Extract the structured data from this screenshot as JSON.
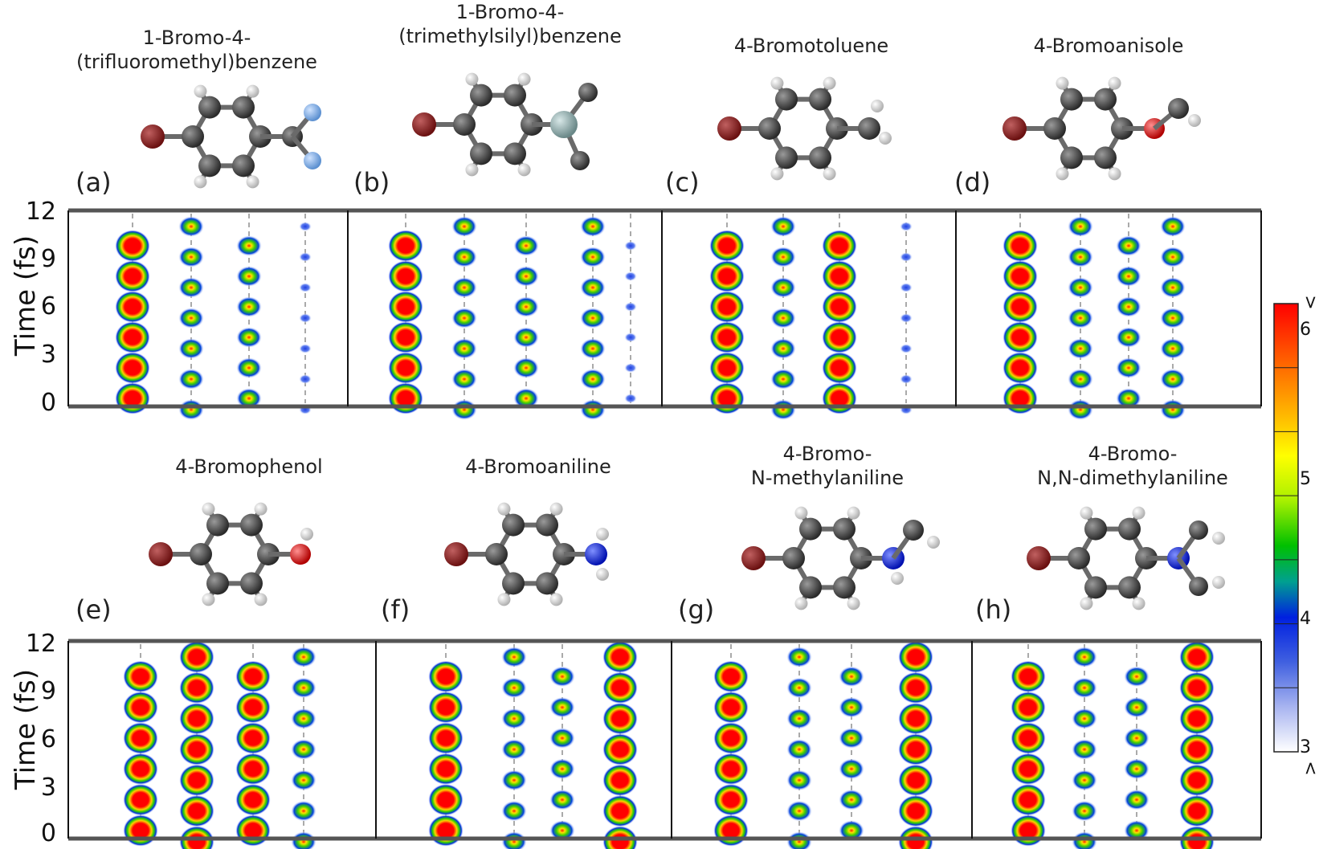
{
  "figure": {
    "row1": {
      "panels": [
        {
          "label": "(a)",
          "title_lines": [
            "1-Bromo-4-",
            "(trifluoromethyl)benzene"
          ]
        },
        {
          "label": "(b)",
          "title_lines": [
            "1-Bromo-4-",
            "(trimethylsilyl)benzene"
          ]
        },
        {
          "label": "(c)",
          "title_lines": [
            "4-Bromotoluene"
          ]
        },
        {
          "label": "(d)",
          "title_lines": [
            "4-Bromoanisole"
          ]
        }
      ]
    },
    "row2": {
      "panels": [
        {
          "label": "(e)",
          "title_lines": [
            "4-Bromophenol"
          ]
        },
        {
          "label": "(f)",
          "title_lines": [
            "4-Bromoaniline"
          ]
        },
        {
          "label": "(g)",
          "title_lines": [
            "4-Bromo-",
            "N-methylaniline"
          ]
        },
        {
          "label": "(h)",
          "title_lines": [
            "4-Bromo-",
            "N,N-dimethylaniline"
          ]
        }
      ]
    },
    "ylabel": "Time (fs)",
    "yticks": [
      "12",
      "9",
      "6",
      "3",
      "0"
    ],
    "colorbar": {
      "ticks": [
        "6",
        "5",
        "4",
        "3"
      ],
      "top_marker": ">",
      "bottom_marker": "<",
      "colors": [
        "#ff0000",
        "#ff6a00",
        "#ffc000",
        "#ffff00",
        "#a8f000",
        "#00d000",
        "#00b080",
        "#0030e0",
        "#3050e0",
        "#8fa0f0",
        "#ffffff"
      ]
    },
    "atom_colors": {
      "carbon": "#3a3a3a",
      "hydrogen": "#e8e8e8",
      "bromine": "#8b1a1a",
      "fluorine": "#6fa8e8",
      "silicon": "#8fa8a8",
      "oxygen": "#e00000",
      "nitrogen": "#1030e0"
    }
  }
}
